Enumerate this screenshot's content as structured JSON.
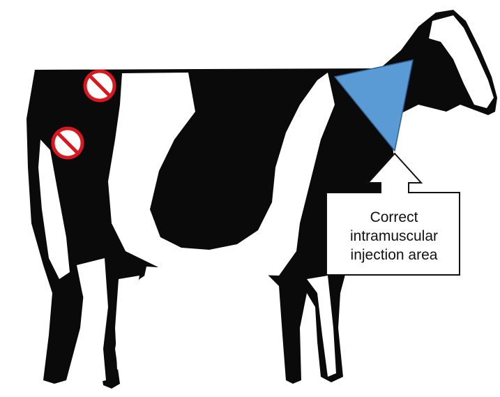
{
  "callout": {
    "text": "Correct\nintramuscular\ninjection area"
  },
  "colors": {
    "hide_black": "#0a0a0a",
    "hide_white": "#ffffff",
    "correct_area": "#5b9bd5",
    "no_symbol": "#d9171e",
    "callout_border": "#111111"
  },
  "icons": {
    "correct_area": "triangle",
    "incorrect_sites": "no-symbol"
  }
}
